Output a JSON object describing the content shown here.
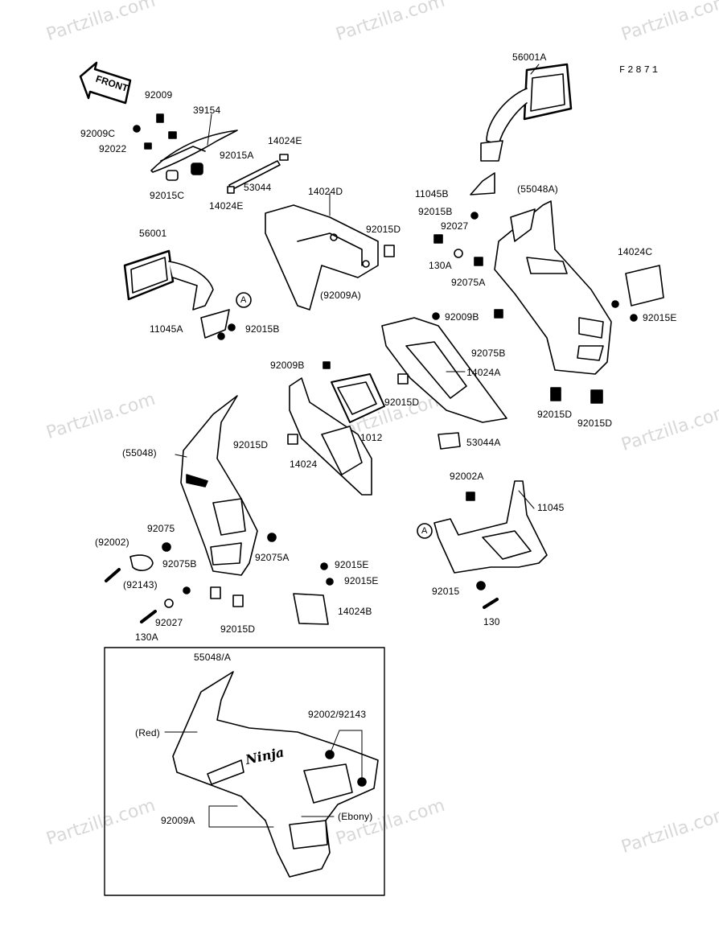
{
  "diagram": {
    "id": "F2871",
    "front_label": "FRONT",
    "watermark": "Partzilla.com",
    "parts": [
      {
        "key": "p56001A",
        "label": "56001A"
      },
      {
        "key": "p92009",
        "label": "92009"
      },
      {
        "key": "p39154",
        "label": "39154"
      },
      {
        "key": "p92009C",
        "label": "92009C"
      },
      {
        "key": "p92022",
        "label": "92022"
      },
      {
        "key": "p92015A",
        "label": "92015A"
      },
      {
        "key": "p14024E_1",
        "label": "14024E"
      },
      {
        "key": "p92015C",
        "label": "92015C"
      },
      {
        "key": "p53044",
        "label": "53044"
      },
      {
        "key": "p14024E_2",
        "label": "14024E"
      },
      {
        "key": "p14024D",
        "label": "14024D"
      },
      {
        "key": "p11045B",
        "label": "11045B"
      },
      {
        "key": "p55048A",
        "label": "(55048A)"
      },
      {
        "key": "p92015B_1",
        "label": "92015B"
      },
      {
        "key": "p92027_1",
        "label": "92027"
      },
      {
        "key": "p92015D_1",
        "label": "92015D"
      },
      {
        "key": "p56001",
        "label": "56001"
      },
      {
        "key": "p130A_1",
        "label": "130A"
      },
      {
        "key": "p14024C",
        "label": "14024C"
      },
      {
        "key": "p92075A_1",
        "label": "92075A"
      },
      {
        "key": "p92009A_1",
        "label": "(92009A)"
      },
      {
        "key": "p92015E_1",
        "label": "92015E"
      },
      {
        "key": "p92009B_1",
        "label": "92009B"
      },
      {
        "key": "p11045A",
        "label": "11045A"
      },
      {
        "key": "p92015B_2",
        "label": "92015B"
      },
      {
        "key": "p92075B_1",
        "label": "92075B"
      },
      {
        "key": "p92009B_2",
        "label": "92009B"
      },
      {
        "key": "p14024A",
        "label": "14024A"
      },
      {
        "key": "p92015D_2",
        "label": "92015D"
      },
      {
        "key": "p92015D_3",
        "label": "92015D"
      },
      {
        "key": "p92015D_4",
        "label": "92015D"
      },
      {
        "key": "p92015D_5",
        "label": "92015D"
      },
      {
        "key": "p1012",
        "label": "1012"
      },
      {
        "key": "p53044A",
        "label": "53044A"
      },
      {
        "key": "p55048",
        "label": "(55048)"
      },
      {
        "key": "p14024",
        "label": "14024"
      },
      {
        "key": "p92002A",
        "label": "92002A"
      },
      {
        "key": "p11045",
        "label": "11045"
      },
      {
        "key": "p92075",
        "label": "92075"
      },
      {
        "key": "p92002",
        "label": "(92002)"
      },
      {
        "key": "p92075A_2",
        "label": "92075A"
      },
      {
        "key": "p92075B_2",
        "label": "92075B"
      },
      {
        "key": "p92015E_2",
        "label": "92015E"
      },
      {
        "key": "p92143",
        "label": "(92143)"
      },
      {
        "key": "p92015E_3",
        "label": "92015E"
      },
      {
        "key": "p92015",
        "label": "92015"
      },
      {
        "key": "p92027_2",
        "label": "92027"
      },
      {
        "key": "p14024B",
        "label": "14024B"
      },
      {
        "key": "p130",
        "label": "130"
      },
      {
        "key": "p130A_2",
        "label": "130A"
      },
      {
        "key": "p92015D_6",
        "label": "92015D"
      },
      {
        "key": "p55048_A",
        "label": "55048/A"
      },
      {
        "key": "p92002_92143",
        "label": "92002/92143"
      },
      {
        "key": "pRed",
        "label": "(Red)"
      },
      {
        "key": "p92009A_2",
        "label": "92009A"
      },
      {
        "key": "pEbony",
        "label": "(Ebony)"
      }
    ],
    "callout_a": "A",
    "decal_text": "Ninja"
  }
}
